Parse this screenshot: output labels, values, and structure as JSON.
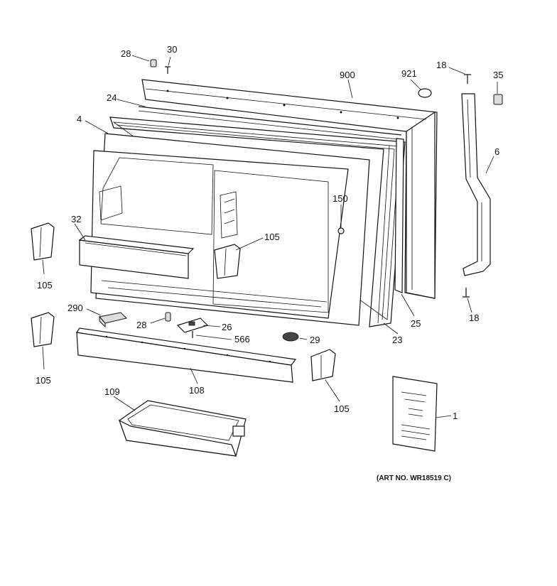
{
  "labels": {
    "p28a": "28",
    "p30": "30",
    "p900": "900",
    "p921": "921",
    "p18a": "18",
    "p35": "35",
    "p24": "24",
    "p4": "4",
    "p6": "6",
    "p150": "150",
    "p32": "32",
    "p105a": "105",
    "p105b": "105",
    "p290": "290",
    "p28b": "28",
    "p26": "26",
    "p566": "566",
    "p29": "29",
    "p23": "23",
    "p25": "25",
    "p18b": "18",
    "p105c": "105",
    "p108": "108",
    "p105d": "105",
    "p109": "109",
    "p1": "1"
  },
  "art_number": "(ART NO. WR18519 C)"
}
